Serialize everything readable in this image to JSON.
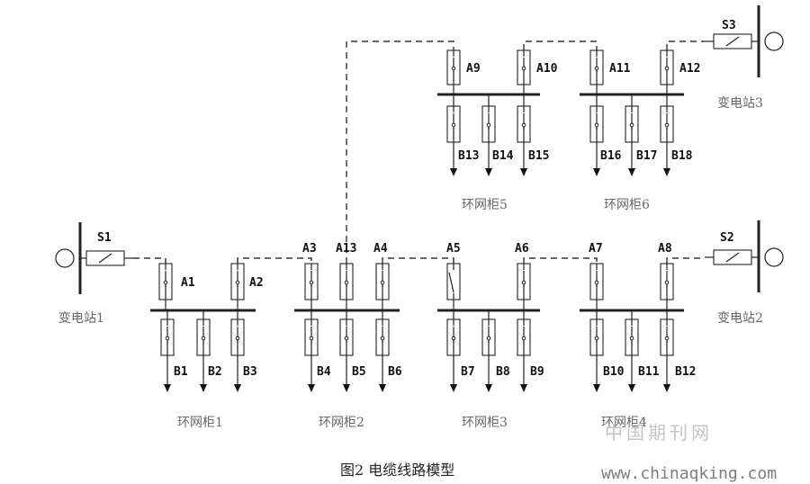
{
  "stations": {
    "s1": "变电站1",
    "s2": "变电站2",
    "s3": "变电站3"
  },
  "switches": {
    "sw1": "S1",
    "sw2": "S2",
    "sw3": "S3"
  },
  "incoming": {
    "A1": "A1",
    "A2": "A2",
    "A3": "A3",
    "A13": "A13",
    "A4": "A4",
    "A5": "A5",
    "A6": "A6",
    "A7": "A7",
    "A8": "A8",
    "A9": "A9",
    "A10": "A10",
    "A11": "A11",
    "A12": "A12"
  },
  "outgoing": {
    "B1": "B1",
    "B2": "B2",
    "B3": "B3",
    "B4": "B4",
    "B5": "B5",
    "B6": "B6",
    "B7": "B7",
    "B8": "B8",
    "B9": "B9",
    "B10": "B10",
    "B11": "B11",
    "B12": "B12",
    "B13": "B13",
    "B14": "B14",
    "B15": "B15",
    "B16": "B16",
    "B17": "B17",
    "B18": "B18"
  },
  "cabinets": {
    "c1": "环网柜1",
    "c2": "环网柜2",
    "c3": "环网柜3",
    "c4": "环网柜4",
    "c5": "环网柜5",
    "c6": "环网柜6"
  },
  "caption": "图2 电缆线路模型",
  "watermark": {
    "site_name": "中国期刊网",
    "url": "www.chinaqking.com"
  }
}
